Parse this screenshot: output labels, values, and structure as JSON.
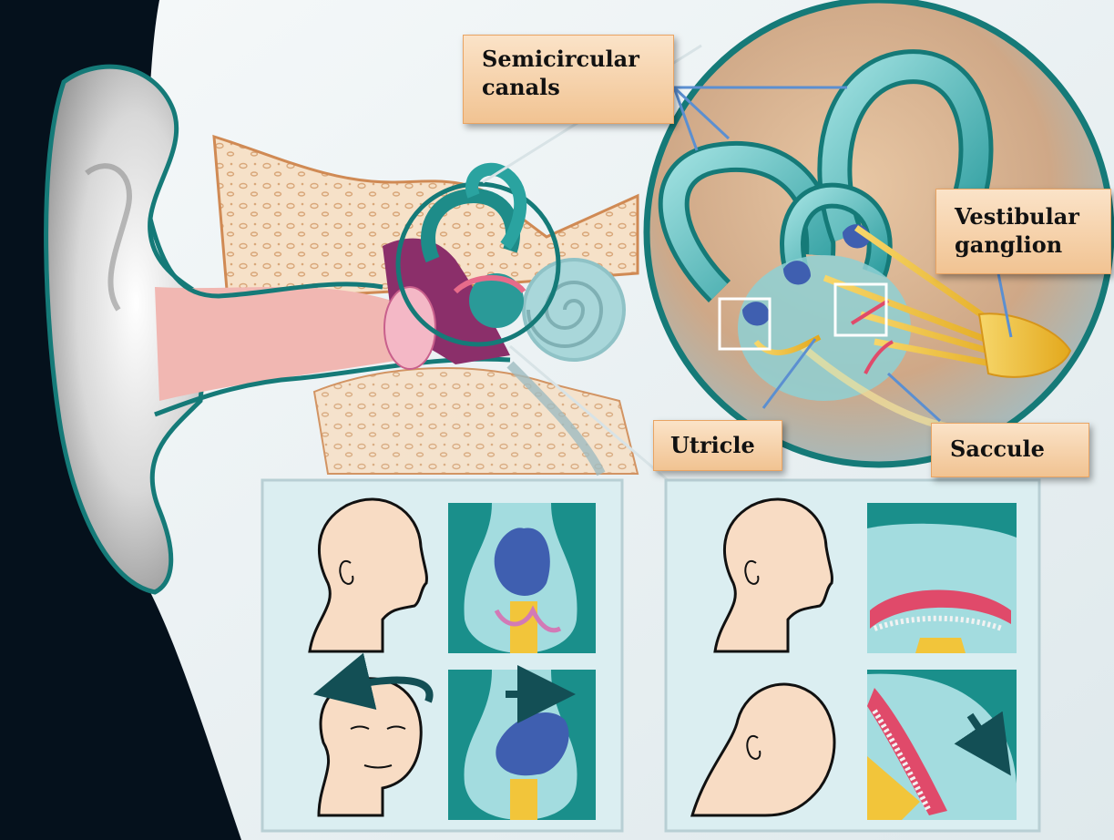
{
  "labels": {
    "semicircular_canals": {
      "line1": "Semicircular",
      "line2": "canals"
    },
    "vestibular_ganglion": {
      "line1": "Vestibular",
      "line2": "ganglion"
    },
    "utricle": "Utricle",
    "saccule": "Saccule"
  },
  "icons": {
    "rotation_arrow": "curved-arrow",
    "motion_arrow": "right-arrow",
    "tilt_arrow": "down-right-arrow"
  },
  "colors": {
    "outline_teal": "#157a78",
    "membrane_teal": "#6cc5c8",
    "nerve_yellow": "#f2c53a",
    "skin": "#f8dcc4",
    "otolith_blue": "#3f5fb0",
    "membrane_red": "#e04a6a",
    "label_fill": "#f6cfa3",
    "label_border": "#e9a463",
    "pointer_blue": "#5b8fd1",
    "background_dark": "#05111c"
  }
}
